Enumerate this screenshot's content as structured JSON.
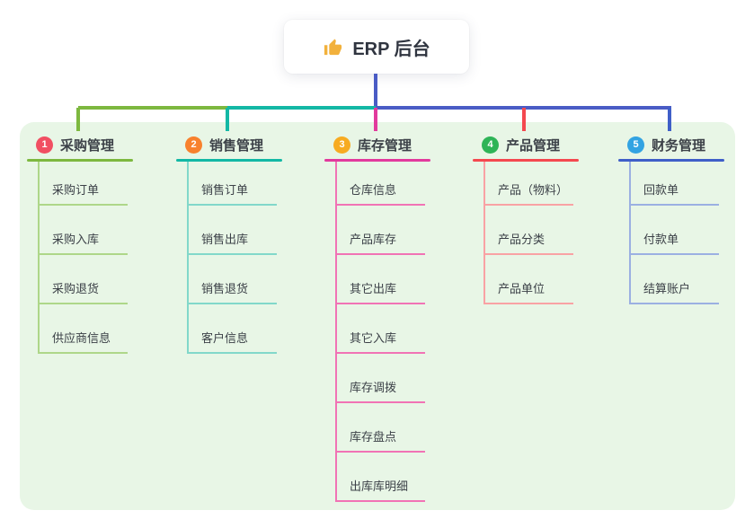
{
  "root": {
    "title": "ERP 后台",
    "icon": "thumbs-up-icon"
  },
  "panel": {
    "background": "#e8f6e6"
  },
  "connector": {
    "trunk_color": "#4a5cc5",
    "left_outer_color": "#7db83f",
    "left_inner_color": "#13b8a5",
    "right_color": "#4a5cc5"
  },
  "branches": [
    {
      "num": "1",
      "label": "采购管理",
      "circle_color": "#f14f62",
      "line_color": "#7db83f",
      "child_line_color": "#aed789",
      "children": [
        "采购订单",
        "采购入库",
        "采购退货",
        "供应商信息"
      ]
    },
    {
      "num": "2",
      "label": "销售管理",
      "circle_color": "#f8812d",
      "line_color": "#13b8a5",
      "child_line_color": "#82d8ca",
      "children": [
        "销售订单",
        "销售出库",
        "销售退货",
        "客户信息"
      ]
    },
    {
      "num": "3",
      "label": "库存管理",
      "circle_color": "#f7ab21",
      "line_color": "#e23a9d",
      "child_line_color": "#f173b5",
      "children": [
        "仓库信息",
        "产品库存",
        "其它出库",
        "其它入库",
        "库存调拨",
        "库存盘点",
        "出库库明细"
      ]
    },
    {
      "num": "4",
      "label": "产品管理",
      "circle_color": "#2eb457",
      "line_color": "#f4484f",
      "child_line_color": "#f9a2a4",
      "children": [
        "产品（物料）",
        "产品分类",
        "产品单位"
      ]
    },
    {
      "num": "5",
      "label": "财务管理",
      "circle_color": "#32a3e2",
      "line_color": "#3f5fc8",
      "child_line_color": "#9bb0e2",
      "children": [
        "回款单",
        "付款单",
        "结算账户"
      ]
    }
  ]
}
